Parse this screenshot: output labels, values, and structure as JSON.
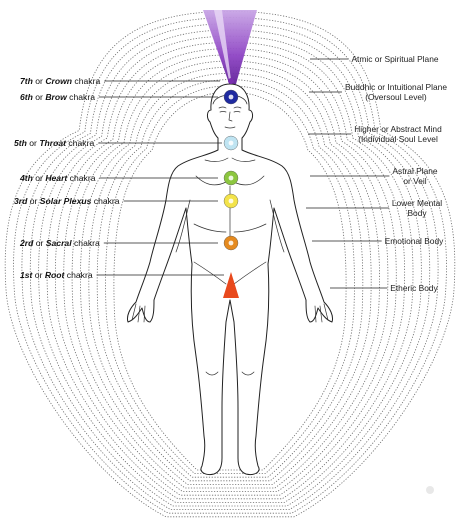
{
  "chakras": [
    {
      "number": "7th",
      "joiner": "or",
      "name": "Crown",
      "suffix": "chakra",
      "color": "#7a2fb0"
    },
    {
      "number": "6th",
      "joiner": "or",
      "name": "Brow",
      "suffix": "chakra",
      "color": "#1f2aa0"
    },
    {
      "number": "5th",
      "joiner": "or",
      "name": "Throat",
      "suffix": "chakra",
      "color": "#bfe4f2"
    },
    {
      "number": "4th",
      "joiner": "or",
      "name": "Heart",
      "suffix": "chakra",
      "color": "#8cc63f"
    },
    {
      "number": "3rd",
      "joiner": "or",
      "name": "Solar Plexus",
      "suffix": "chakra",
      "color": "#f3e34a"
    },
    {
      "number": "2rd",
      "joiner": "or",
      "name": "Sacral",
      "suffix": "chakra",
      "color": "#e58a1f"
    },
    {
      "number": "1st",
      "joiner": "or",
      "name": "Root",
      "suffix": "chakra",
      "color": "#e8491d"
    }
  ],
  "planes": [
    {
      "lines": [
        "Atmic or Spiritual Plane"
      ]
    },
    {
      "lines": [
        "Buddhic or Intuitional Plane",
        "(Oversoul Level)"
      ]
    },
    {
      "lines": [
        "Higher or Abstract Mind",
        "(Individual Soul Level"
      ]
    },
    {
      "lines": [
        "Astral Plane",
        "or Veil"
      ]
    },
    {
      "lines": [
        "Lower Mental",
        "Body"
      ]
    },
    {
      "lines": [
        "Emotional Body"
      ]
    },
    {
      "lines": [
        "Etheric Body"
      ]
    }
  ],
  "colors": {
    "crown_beam": "#9b59c9",
    "aura_stroke": "#6a6a6a",
    "text": "#111111"
  }
}
